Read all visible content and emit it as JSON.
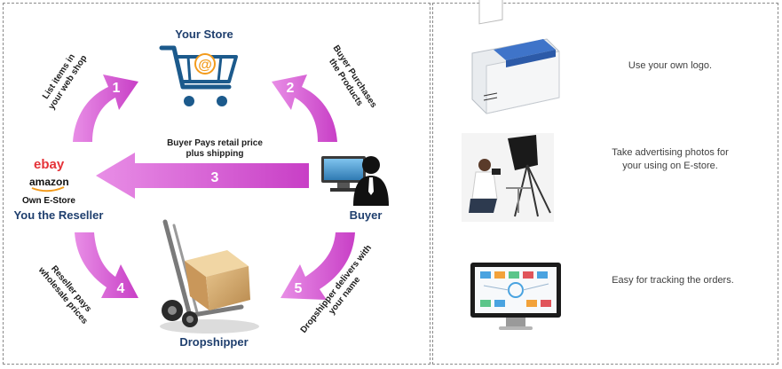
{
  "flow": {
    "store_title": "Your Store",
    "reseller_title": "You the Reseller",
    "buyer_title": "Buyer",
    "dropshipper_title": "Dropshipper",
    "marketplaces": {
      "ebay": "ebay",
      "amazon": "amazon",
      "own": "Own E-Store"
    },
    "steps": [
      {
        "number": "1",
        "line1": "List items in",
        "line2": "your web shop"
      },
      {
        "number": "2",
        "line1": "Buyer Purchases",
        "line2": "the Products"
      },
      {
        "number": "3",
        "line1": "Buyer Pays retail price",
        "line2": "plus shipping"
      },
      {
        "number": "4",
        "line1": "Reseller pays",
        "line2": "wholesale prices"
      },
      {
        "number": "5",
        "line1": "Dropshipper delivers with",
        "line2": "your name"
      }
    ],
    "colors": {
      "arrow": "#d24fd0",
      "title": "#1f3f6e",
      "cart": "#1c5a8c",
      "at_sign": "#f39b1c"
    }
  },
  "features": [
    {
      "icon": "label-printer-icon",
      "text": "Use your own logo."
    },
    {
      "icon": "photo-studio-icon",
      "line1": "Take advertising photos for",
      "line2": "your using on E-store."
    },
    {
      "icon": "monitor-dashboard-icon",
      "text": "Easy for tracking the orders."
    }
  ]
}
